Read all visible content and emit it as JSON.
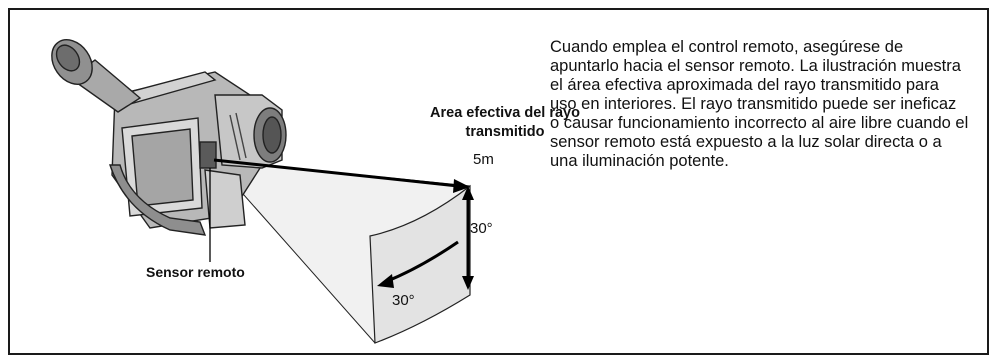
{
  "figure": {
    "area_label": "Area efectiva del rayo transmitido",
    "distance_label": "5m",
    "vertical_angle_label": "30°",
    "horizontal_angle_label": "30°",
    "sensor_label": "Sensor remoto"
  },
  "description": "Cuando emplea el control remoto, asegúrese de apuntarlo hacia el sensor remoto. La ilustración muestra el área efectiva aproximada del rayo transmitido para uso en interiores. El rayo transmitido puede ser ineficaz o causar funcionamiento incorrecto al aire libre cuando el sensor remoto está expuesto a la luz solar directa o a una iluminación potente."
}
